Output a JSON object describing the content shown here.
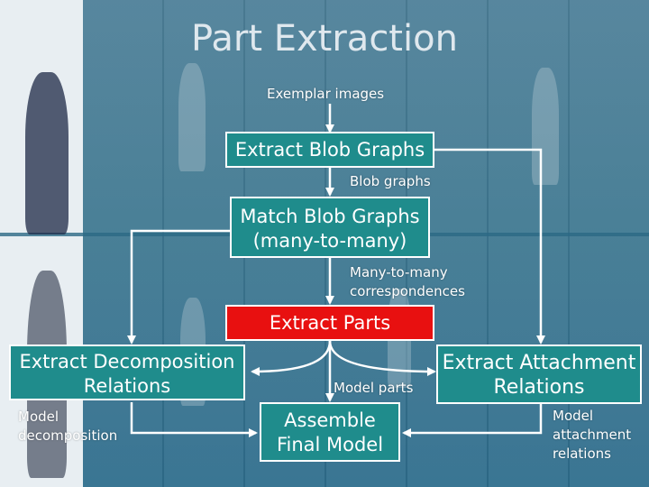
{
  "title": "Part Extraction",
  "labels": {
    "exemplar_images": "Exemplar images",
    "blob_graphs": "Blob graphs",
    "many_to_many_line1": "Many-to-many",
    "many_to_many_line2": "correspondences",
    "model_parts": "Model parts",
    "model_decomposition_line1": "Model",
    "model_decomposition_line2": "decomposition",
    "model_attachment_line1": "Model",
    "model_attachment_line2": "attachment",
    "model_attachment_line3": "relations"
  },
  "boxes": {
    "extract_blob_graphs": "Extract Blob Graphs",
    "match_blob_graphs_line1": "Match Blob Graphs",
    "match_blob_graphs_line2": "(many-to-many)",
    "extract_parts": "Extract Parts",
    "extract_decomposition_line1": "Extract Decomposition",
    "extract_decomposition_line2": "Relations",
    "extract_attachment_line1": "Extract Attachment",
    "extract_attachment_line2": "Relations",
    "assemble_line1": "Assemble",
    "assemble_line2": "Final Model"
  },
  "colors": {
    "box_teal": "#1f8c8c",
    "box_red": "#e81010",
    "arrow": "#ffffff",
    "background": "#3f7891"
  }
}
